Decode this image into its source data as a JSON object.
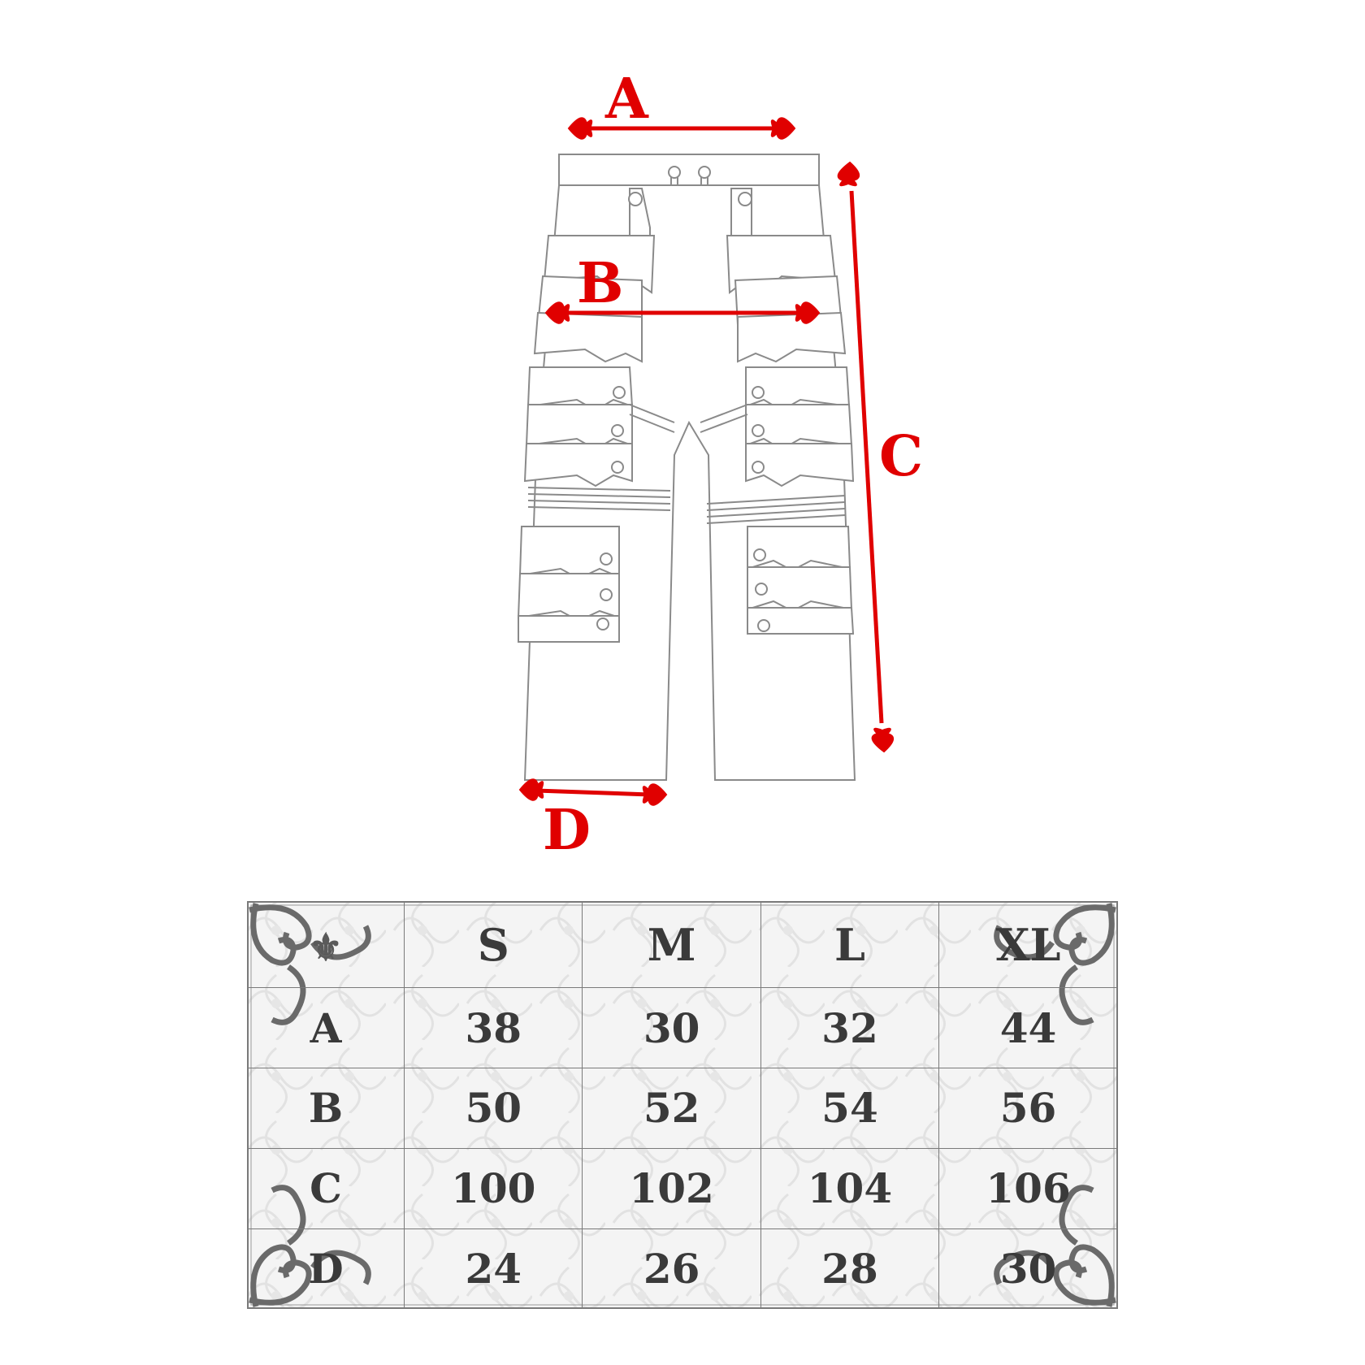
{
  "diagram": {
    "labels": {
      "a": "A",
      "b": "B",
      "c": "C",
      "d": "D"
    }
  },
  "size_table": {
    "corner_icon": "fleur-de-lis-icon",
    "columns": [
      "S",
      "M",
      "L",
      "XL"
    ],
    "rows": [
      {
        "label": "A",
        "values": [
          "38",
          "30",
          "32",
          "44"
        ]
      },
      {
        "label": "B",
        "values": [
          "50",
          "52",
          "54",
          "56"
        ]
      },
      {
        "label": "C",
        "values": [
          "100",
          "102",
          "104",
          "106"
        ]
      },
      {
        "label": "D",
        "values": [
          "24",
          "26",
          "28",
          "30"
        ]
      }
    ]
  },
  "colors": {
    "measure_red": "#e00000",
    "outline_gray": "#8a8a8a",
    "table_text": "#3a3a3a"
  }
}
